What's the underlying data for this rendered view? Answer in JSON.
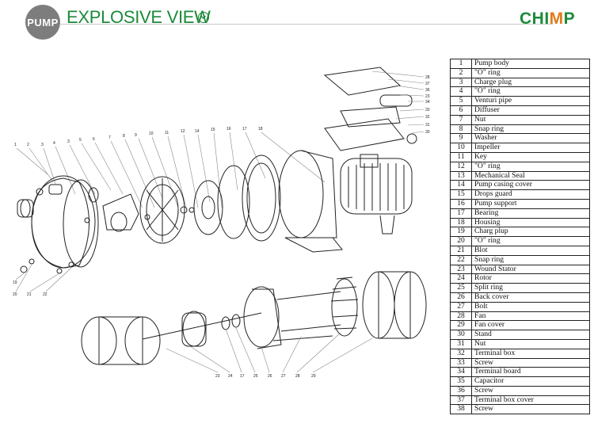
{
  "header": {
    "badge": "PUMP",
    "title": "EXPLOSIVE VIEW",
    "brand_prefix": "CHI",
    "brand_m": "M",
    "brand_suffix": "P",
    "colors": {
      "green": "#1d8a3a",
      "orange": "#e07b18",
      "badge": "#7d7d7d"
    }
  },
  "diagram": {
    "labels_upper_left": [
      "1",
      "2",
      "3",
      "4",
      "3",
      "5",
      "6",
      "7",
      "8",
      "9",
      "10",
      "11",
      "12",
      "14",
      "15",
      "16",
      "17",
      "18"
    ],
    "labels_lower_left": [
      "19",
      "20",
      "21",
      "22"
    ],
    "labels_top_right": [
      "28",
      "37",
      "36",
      "23",
      "34",
      "33",
      "32",
      "31",
      "30"
    ],
    "labels_bottom": [
      "23",
      "24",
      "17",
      "25",
      "26",
      "27",
      "28",
      "29"
    ]
  },
  "parts": [
    {
      "no": "1",
      "name": "Pump body"
    },
    {
      "no": "2",
      "name": "\"O\" ring"
    },
    {
      "no": "3",
      "name": "Charge plug"
    },
    {
      "no": "4",
      "name": "\"O\" ring"
    },
    {
      "no": "5",
      "name": "Venturi pipe"
    },
    {
      "no": "6",
      "name": "Diffuser"
    },
    {
      "no": "7",
      "name": "Nut"
    },
    {
      "no": "8",
      "name": "Snap ring"
    },
    {
      "no": "9",
      "name": "Washer"
    },
    {
      "no": "10",
      "name": "Impeller"
    },
    {
      "no": "11",
      "name": "Key"
    },
    {
      "no": "12",
      "name": "\"O\" ring"
    },
    {
      "no": "13",
      "name": "Mechanical Seal"
    },
    {
      "no": "14",
      "name": "Pump casing cover"
    },
    {
      "no": "15",
      "name": "Drops guard"
    },
    {
      "no": "16",
      "name": "Pump support"
    },
    {
      "no": "17",
      "name": "Bearing"
    },
    {
      "no": "18",
      "name": "Housing"
    },
    {
      "no": "19",
      "name": "Charg plup"
    },
    {
      "no": "20",
      "name": "\"O\" ring"
    },
    {
      "no": "21",
      "name": "Blot"
    },
    {
      "no": "22",
      "name": "Snap ring"
    },
    {
      "no": "23",
      "name": "Wound Stator"
    },
    {
      "no": "24",
      "name": "Rotor"
    },
    {
      "no": "25",
      "name": "Split ring"
    },
    {
      "no": "26",
      "name": "Back cover"
    },
    {
      "no": "27",
      "name": "Bolt"
    },
    {
      "no": "28",
      "name": "Fan"
    },
    {
      "no": "29",
      "name": "Fan cover"
    },
    {
      "no": "30",
      "name": "Stand"
    },
    {
      "no": "31",
      "name": "Nut"
    },
    {
      "no": "32",
      "name": "Terminal box"
    },
    {
      "no": "33",
      "name": "Screw"
    },
    {
      "no": "34",
      "name": "Terminal board"
    },
    {
      "no": "35",
      "name": "Capacitor"
    },
    {
      "no": "36",
      "name": "Screw"
    },
    {
      "no": "37",
      "name": "Terminal box cover"
    },
    {
      "no": "38",
      "name": "Screw"
    }
  ]
}
